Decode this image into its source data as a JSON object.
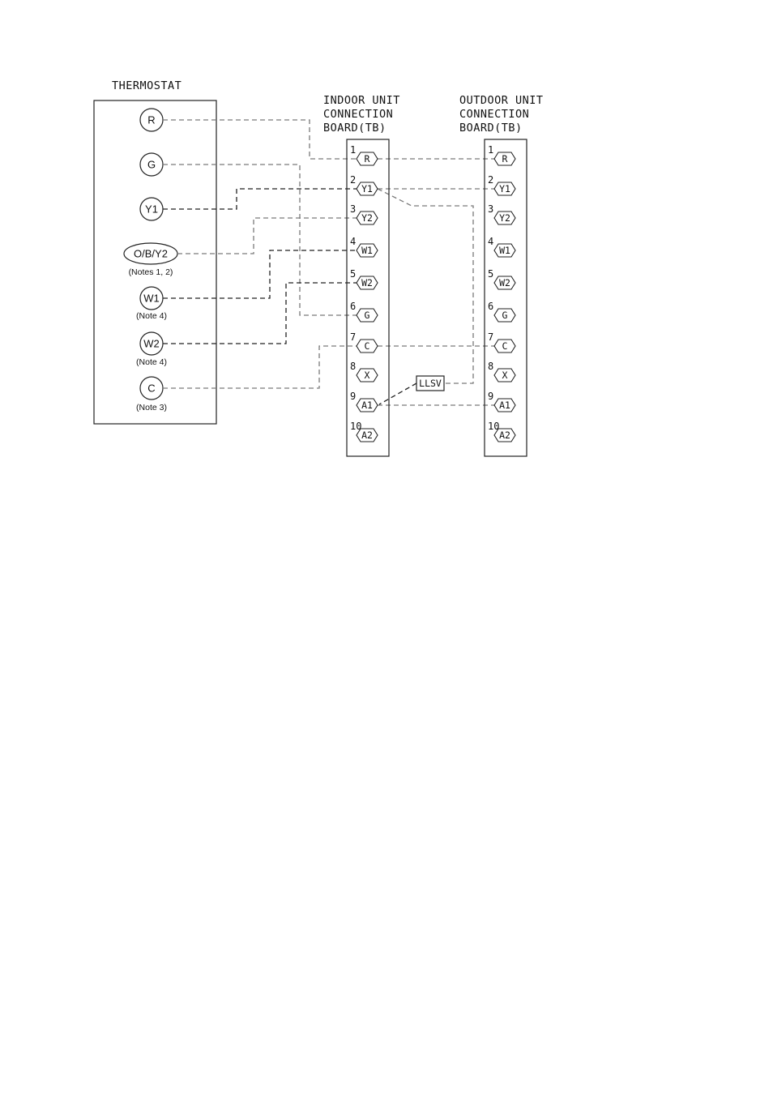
{
  "thermostat": {
    "title": "THERMOSTAT",
    "terminals": [
      {
        "label": "R",
        "note": ""
      },
      {
        "label": "G",
        "note": ""
      },
      {
        "label": "Y1",
        "note": ""
      },
      {
        "label": "O/B/Y2",
        "note": "(Notes 1, 2)"
      },
      {
        "label": "W1",
        "note": "(Note 4)"
      },
      {
        "label": "W2",
        "note": "(Note 4)"
      },
      {
        "label": "C",
        "note": "(Note 3)"
      }
    ]
  },
  "indoor_board": {
    "title_lines": [
      "INDOOR UNIT",
      "CONNECTION",
      "BOARD(TB)"
    ],
    "terminals": [
      {
        "num": "1",
        "label": "R"
      },
      {
        "num": "2",
        "label": "Y1"
      },
      {
        "num": "3",
        "label": "Y2"
      },
      {
        "num": "4",
        "label": "W1"
      },
      {
        "num": "5",
        "label": "W2"
      },
      {
        "num": "6",
        "label": "G"
      },
      {
        "num": "7",
        "label": "C"
      },
      {
        "num": "8",
        "label": "X"
      },
      {
        "num": "9",
        "label": "A1"
      },
      {
        "num": "10",
        "label": "A2"
      }
    ]
  },
  "outdoor_board": {
    "title_lines": [
      "OUTDOOR UNIT",
      "CONNECTION",
      "BOARD(TB)"
    ],
    "terminals": [
      {
        "num": "1",
        "label": "R"
      },
      {
        "num": "2",
        "label": "Y1"
      },
      {
        "num": "3",
        "label": "Y2"
      },
      {
        "num": "4",
        "label": "W1"
      },
      {
        "num": "5",
        "label": "W2"
      },
      {
        "num": "6",
        "label": "G"
      },
      {
        "num": "7",
        "label": "C"
      },
      {
        "num": "8",
        "label": "X"
      },
      {
        "num": "9",
        "label": "A1"
      },
      {
        "num": "10",
        "label": "A2"
      }
    ]
  },
  "llsv": {
    "label": "LLSV"
  },
  "colors": {
    "wire_gray": "#7a7a7a",
    "wire_dark": "#222222",
    "outline": "#222222"
  }
}
